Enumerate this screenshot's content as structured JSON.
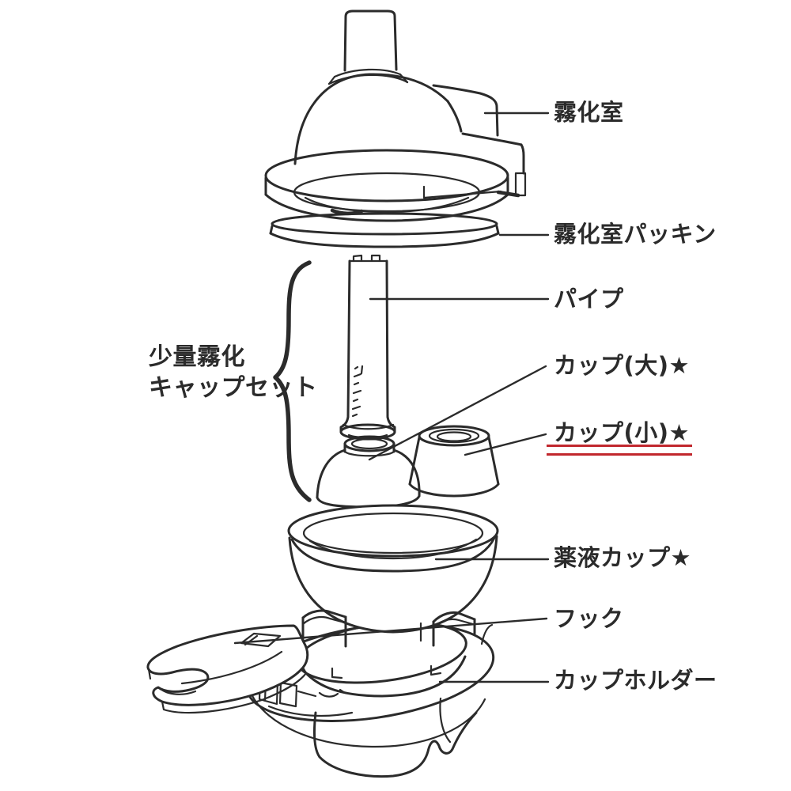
{
  "diagram": {
    "type": "exploded-parts-diagram",
    "labels": {
      "atomization_chamber": "霧化室",
      "atomization_chamber_packing": "霧化室パッキン",
      "pipe": "パイプ",
      "cup_large": "カップ(大)★",
      "cup_small": "カップ(小)★",
      "medicine_cup": "薬液カップ★",
      "hook": "フック",
      "cup_holder": "カップホルダー",
      "small_mist_cap_set_line1": "少量霧化",
      "small_mist_cap_set_line2": "キャップセット"
    },
    "highlighted_part": "カップ(小)★",
    "colors": {
      "line": "#2b2b2b",
      "highlight_underline": "#c1272d",
      "background": "#ffffff"
    }
  }
}
